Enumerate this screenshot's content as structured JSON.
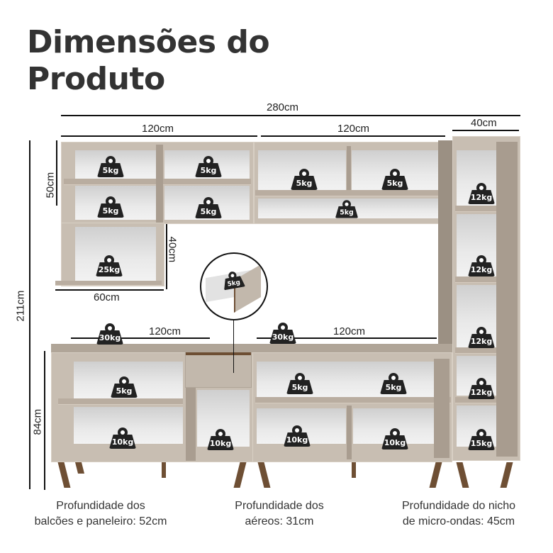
{
  "title": {
    "line1": "Dimensões do",
    "line2": "Produto"
  },
  "dimensions": {
    "total_width": "280cm",
    "upper_left_width": "120cm",
    "upper_right_width": "120cm",
    "tower_width": "40cm",
    "upper_height": "50cm",
    "corner_cabinet_height": "40cm",
    "corner_cabinet_width": "60cm",
    "total_height": "211cm",
    "base_left_width": "120cm",
    "base_right_width": "120cm",
    "base_height": "84cm"
  },
  "weights": {
    "upper_left": [
      "5kg",
      "5kg",
      "5kg",
      "5kg",
      "25kg"
    ],
    "upper_right": [
      "5kg",
      "5kg",
      "5kg"
    ],
    "drawer": "5kg",
    "tower": [
      "12kg",
      "12kg",
      "12kg",
      "12kg",
      "15kg"
    ],
    "countertop": [
      "30kg",
      "30kg"
    ],
    "base_left": [
      "5kg",
      "10kg",
      "10kg"
    ],
    "base_right": [
      "5kg",
      "5kg",
      "10kg",
      "10kg"
    ]
  },
  "notes": [
    {
      "line1": "Profundidade dos",
      "line2": "balcões e paneleiro: 52cm"
    },
    {
      "line1": "Profundidade dos",
      "line2": "aéreos: 31cm"
    },
    {
      "line1": "Profundidade do nicho",
      "line2": "de micro-ondas: 45cm"
    }
  ],
  "colors": {
    "furniture": "#c8beb2",
    "legs": "#6e4f34",
    "weight_icon": "#222222"
  }
}
